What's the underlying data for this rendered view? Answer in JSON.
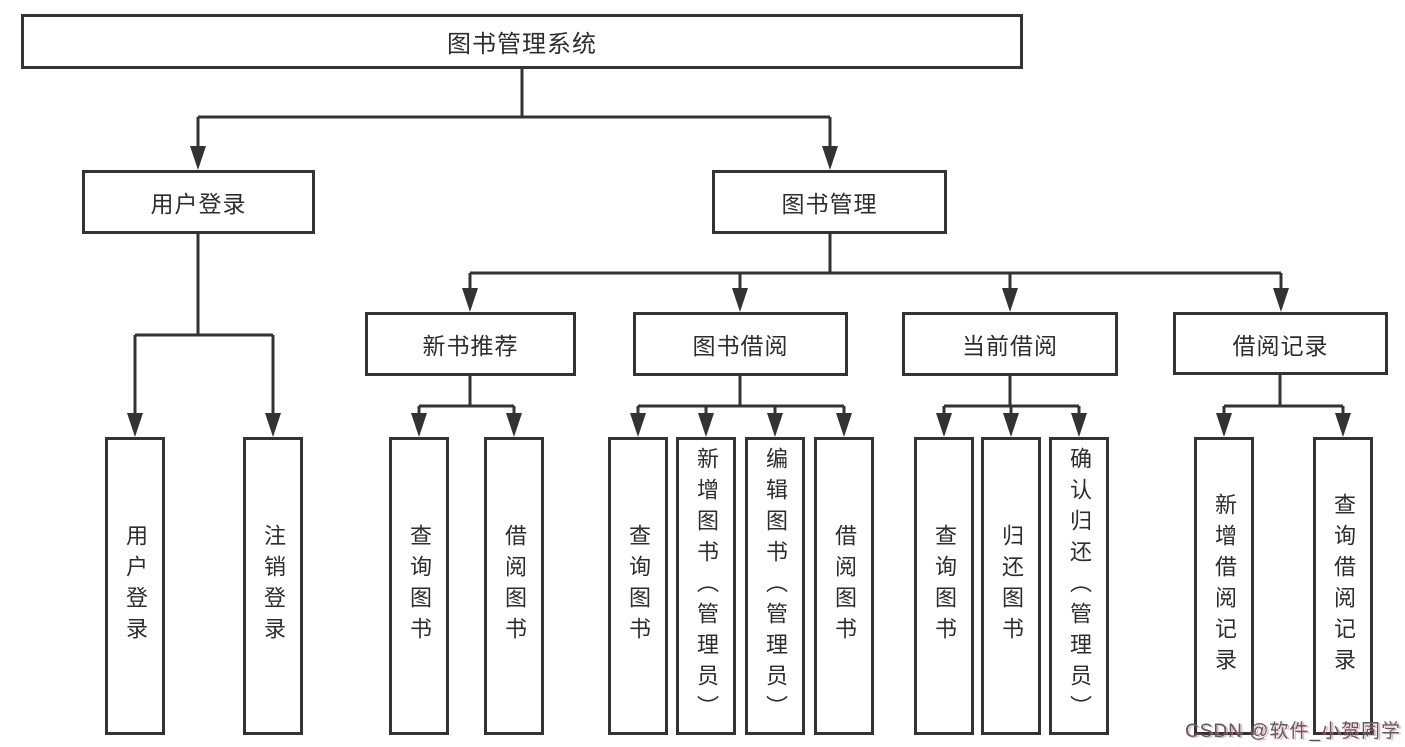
{
  "diagram": {
    "title": "图书管理系统",
    "level2": [
      {
        "id": "user-login",
        "label": "用户登录",
        "parent": "图书管理系统"
      },
      {
        "id": "book-management",
        "label": "图书管理",
        "parent": "图书管理系统"
      }
    ],
    "level3": [
      {
        "id": "new-book-recommend",
        "label": "新书推荐",
        "parent": "图书管理"
      },
      {
        "id": "book-borrow",
        "label": "图书借阅",
        "parent": "图书管理"
      },
      {
        "id": "current-borrow",
        "label": "当前借阅",
        "parent": "图书管理"
      },
      {
        "id": "borrow-records",
        "label": "借阅记录",
        "parent": "图书管理"
      }
    ],
    "leaves": [
      {
        "id": "leaf-user-login",
        "label": "用户登录",
        "parent": "用户登录"
      },
      {
        "id": "leaf-logout",
        "label": "注销登录",
        "parent": "用户登录"
      },
      {
        "id": "leaf-query-books-recommend",
        "label": "查询图书",
        "parent": "新书推荐"
      },
      {
        "id": "leaf-borrow-books-recommend",
        "label": "借阅图书",
        "parent": "新书推荐"
      },
      {
        "id": "leaf-query-books-borrow",
        "label": "查询图书",
        "parent": "图书借阅"
      },
      {
        "id": "leaf-add-books-admin",
        "label": "新增图书（管理员）",
        "parent": "图书借阅"
      },
      {
        "id": "leaf-edit-books-admin",
        "label": "编辑图书（管理员）",
        "parent": "图书借阅"
      },
      {
        "id": "leaf-borrow-books",
        "label": "借阅图书",
        "parent": "图书借阅"
      },
      {
        "id": "leaf-query-books-current",
        "label": "查询图书",
        "parent": "当前借阅"
      },
      {
        "id": "leaf-return-books",
        "label": "归还图书",
        "parent": "当前借阅"
      },
      {
        "id": "leaf-confirm-return-admin",
        "label": "确认归还（管理员）",
        "parent": "当前借阅"
      },
      {
        "id": "leaf-add-borrow-record",
        "label": "新增借阅记录",
        "parent": "借阅记录"
      },
      {
        "id": "leaf-query-borrow-record",
        "label": "查询借阅记录",
        "parent": "借阅记录"
      }
    ],
    "colors": {
      "line": "#333333",
      "text": "#2d2d2d",
      "background": "#ffffff",
      "watermark_text": "#5c5c5c",
      "watermark_accent": "#e87a90"
    }
  },
  "watermark": {
    "text": "CSDN @软件_小贺同学"
  }
}
